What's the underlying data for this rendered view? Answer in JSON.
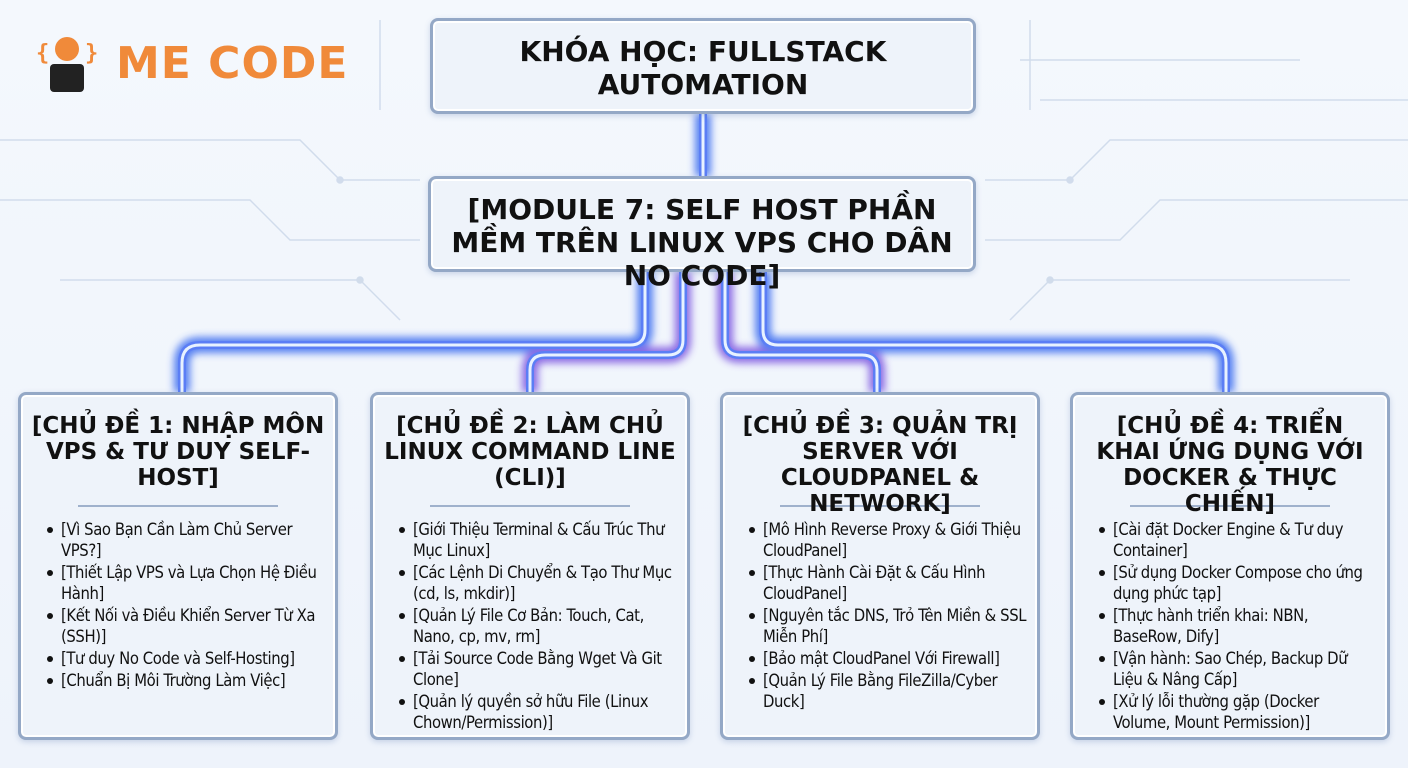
{
  "brand": {
    "name": "ME CODE"
  },
  "course_title": "KHÓA HỌC: FULLSTACK AUTOMATION",
  "module_title": "[MODULE 7: SELF HOST PHẦN MỀM TRÊN LINUX VPS CHO DÂN NO CODE]",
  "topics": [
    {
      "title": "[CHỦ ĐỀ 1: NHẬP MÔN VPS & TƯ DUY SELF-HOST]",
      "items": [
        "[Vì Sao Bạn Cần Làm Chủ Server VPS?]",
        "[Thiết Lập VPS và Lựa Chọn Hệ Điều Hành]",
        "[Kết Nối và Điều Khiển Server Từ Xa (SSH)]",
        "[Tư duy No Code và Self-Hosting]",
        "[Chuẩn Bị Môi Trường Làm Việc]"
      ]
    },
    {
      "title": "[CHỦ ĐỀ 2: LÀM CHỦ LINUX COMMAND LINE (CLI)]",
      "items": [
        "[Giới Thiệu Terminal & Cấu Trúc Thư Mục Linux]",
        "[Các Lệnh Di Chuyển & Tạo Thư Mục (cd, ls, mkdir)]",
        "[Quản Lý File Cơ Bản: Touch, Cat, Nano, cp, mv, rm]",
        "[Tải Source Code Bằng Wget Và Git Clone]",
        "[Quản lý quyền sở hữu File (Linux Chown/Permission)]"
      ]
    },
    {
      "title": "[CHỦ ĐỀ 3: QUẢN TRỊ SERVER VỚI CLOUDPANEL & NETWORK]",
      "items": [
        "[Mô Hình Reverse Proxy & Giới Thiệu CloudPanel]",
        "[Thực Hành Cài Đặt & Cấu Hình CloudPanel]",
        "[Nguyên tắc DNS, Trỏ Tên Miền & SSL Miễn Phí]",
        "[Bảo mật CloudPanel Với Firewall]",
        "[Quản Lý File Bằng FileZilla/Cyber Duck]"
      ]
    },
    {
      "title": "[CHỦ ĐỀ 4: TRIỂN KHAI ỨNG DỤNG VỚI DOCKER & THỰC CHIẾN]",
      "items": [
        "[Cài đặt Docker Engine & Tư duy Container]",
        "[Sử dụng Docker Compose cho ứng dụng phức tạp]",
        "[Thực hành triển khai: NBN, BaseRow, Dify]",
        "[Vận hành: Sao Chép, Backup Dữ Liệu & Nâng Cấp]",
        "[Xử lý lỗi thường gặp (Docker Volume, Mount Permission)]"
      ]
    }
  ],
  "colors": {
    "connector_core": "#e8f2ff",
    "connector_glow": "#3a6cf0",
    "connector_glow_violet": "#7a52e0",
    "brand_orange": "#f08a3a",
    "box_border": "#94a8c6"
  },
  "icons": {
    "logo": "person-with-braces-icon"
  }
}
